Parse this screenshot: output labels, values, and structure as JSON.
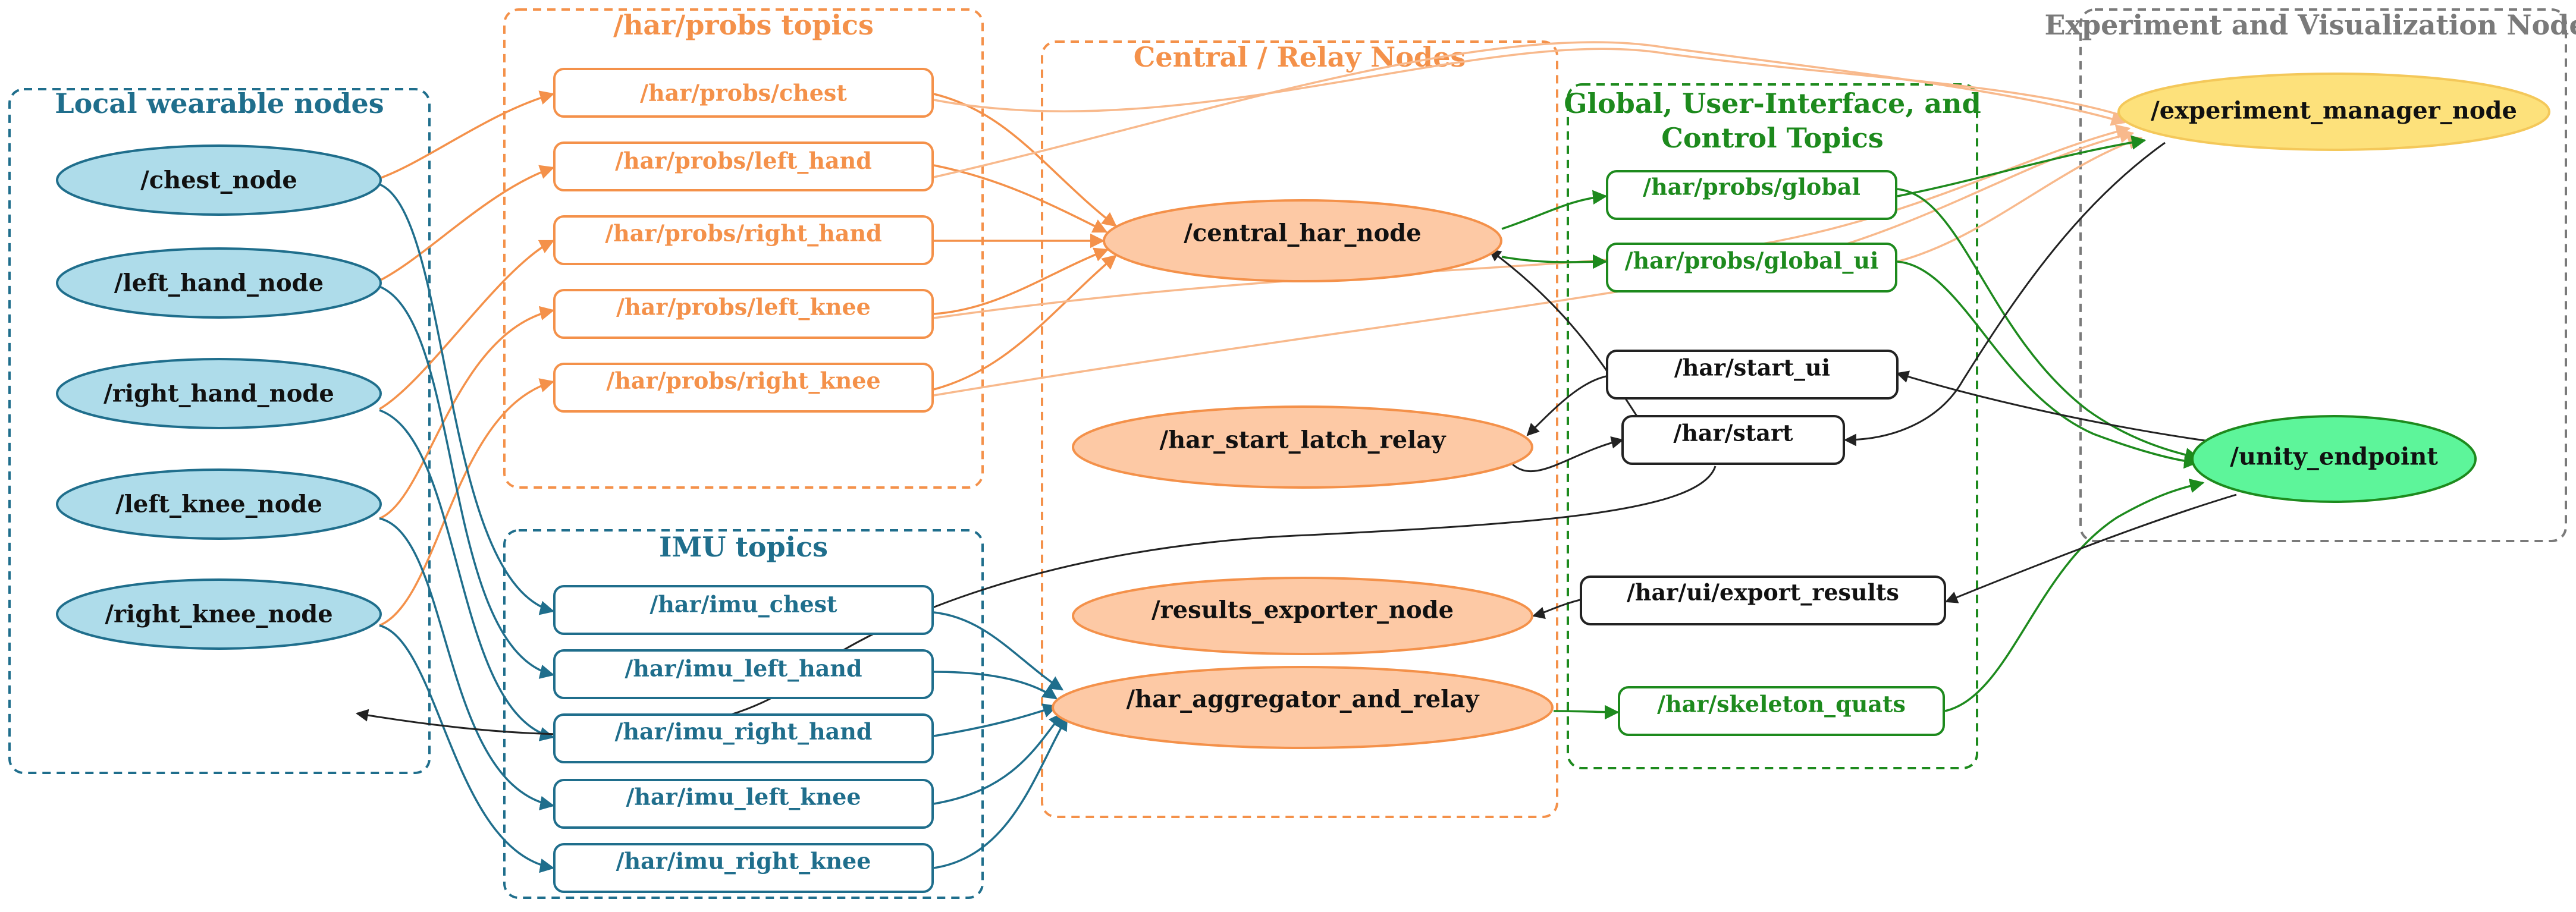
{
  "colors": {
    "local": "#1f6e8c",
    "probs": "#f4914a",
    "central": "#f4914a",
    "global": "#1d8a1d",
    "experiment": "#7a7a7a",
    "black": "#222222",
    "local_fill": "#aedcea",
    "central_fill": "#fdc9a5",
    "experiment_fill": "#fde17b",
    "unity_fill": "#5df59a"
  },
  "clusters": {
    "local": "Local wearable nodes",
    "probs": "/har/probs topics",
    "imu": "IMU topics",
    "central": "Central / Relay Nodes",
    "global_line1": "Global, User-Interface, and",
    "global_line2": "Control Topics",
    "experiment": "Experiment and Visualization Nodes"
  },
  "nodes": {
    "chest_node": "/chest_node",
    "left_hand_node": "/left_hand_node",
    "right_hand_node": "/right_hand_node",
    "left_knee_node": "/left_knee_node",
    "right_knee_node": "/right_knee_node",
    "central_har_node": "/central_har_node",
    "har_start_latch_relay": "/har_start_latch_relay",
    "results_exporter_node": "/results_exporter_node",
    "har_aggregator_and_relay": "/har_aggregator_and_relay",
    "experiment_manager_node": "/experiment_manager_node",
    "unity_endpoint": "/unity_endpoint"
  },
  "topics": {
    "probs_chest": "/har/probs/chest",
    "probs_left_hand": "/har/probs/left_hand",
    "probs_right_hand": "/har/probs/right_hand",
    "probs_left_knee": "/har/probs/left_knee",
    "probs_right_knee": "/har/probs/right_knee",
    "imu_chest": "/har/imu_chest",
    "imu_left_hand": "/har/imu_left_hand",
    "imu_right_hand": "/har/imu_right_hand",
    "imu_left_knee": "/har/imu_left_knee",
    "imu_right_knee": "/har/imu_right_knee",
    "probs_global": "/har/probs/global",
    "probs_global_ui": "/har/probs/global_ui",
    "start_ui": "/har/start_ui",
    "start": "/har/start",
    "ui_export_results": "/har/ui/export_results",
    "skeleton_quats": "/har/skeleton_quats"
  }
}
